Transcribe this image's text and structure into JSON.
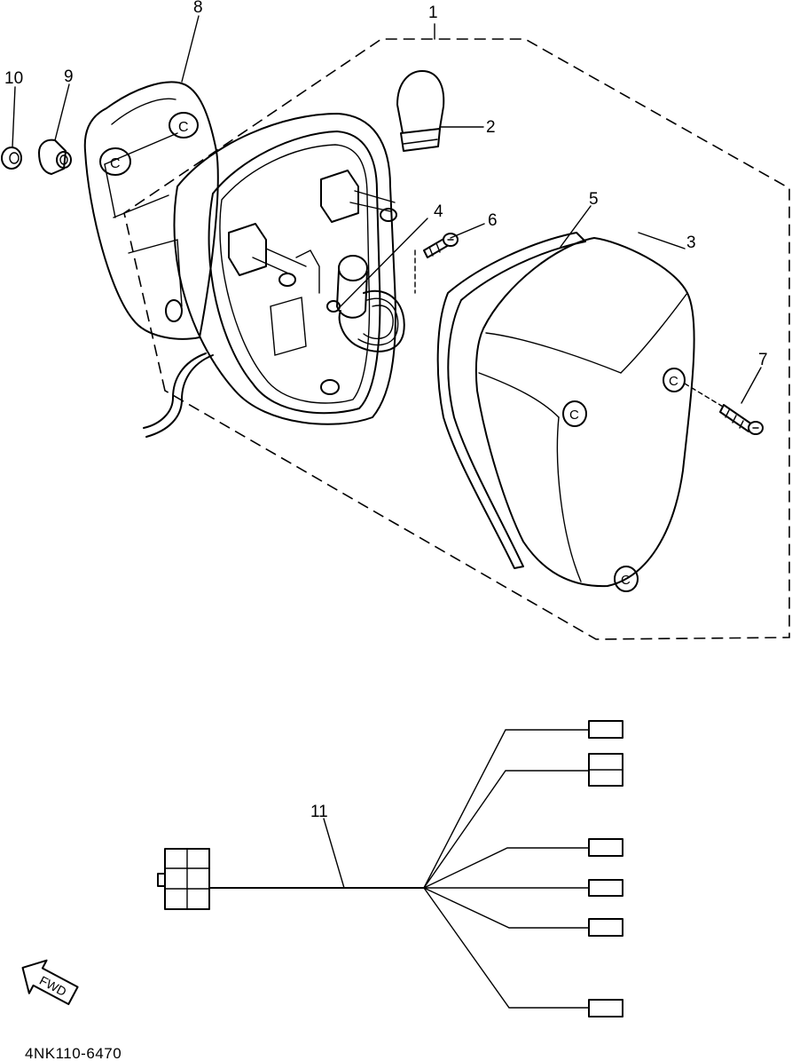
{
  "callouts": {
    "c1": "1",
    "c2": "2",
    "c3": "3",
    "c4": "4",
    "c5": "5",
    "c6": "6",
    "c7": "7",
    "c8": "8",
    "c9": "9",
    "c10": "10",
    "c11": "11"
  },
  "fwd_arrow_label": "FWD",
  "drawing_code": "4NK110-6470"
}
